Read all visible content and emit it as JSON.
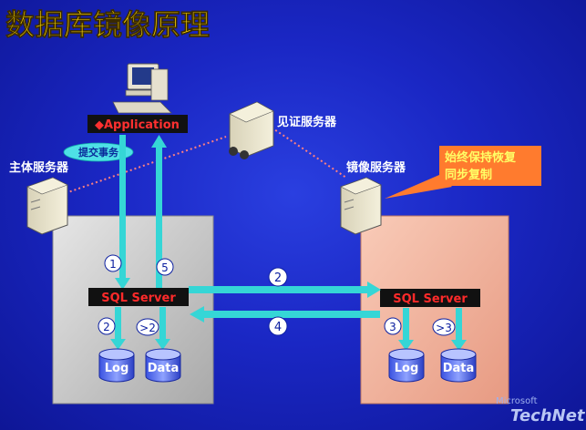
{
  "title": "数据库镜像原理",
  "colors": {
    "title": "#ffd800",
    "arrow": "#35d6d6",
    "callout": "#ff7b2e",
    "callout_text": "#ffff66",
    "sqlbar": "#111111",
    "sqltext": "#ff2a2a",
    "principal_box": "#cfcfcf",
    "mirror_box": "#f4b6a0"
  },
  "labels": {
    "application": "◆Application",
    "commit": "提交事务",
    "witness": "见证服务器",
    "principal": "主体服务器",
    "mirror": "镜像服务器",
    "callout_line1": "始终保持恢复",
    "callout_line2": "同步复制",
    "sql_left": "SQL Server",
    "sql_right": "SQL Server",
    "log_left": "Log",
    "data_left": "Data",
    "log_right": "Log",
    "data_right": "Data",
    "brand_top": "Microsoft",
    "brand_main": "TechNet"
  },
  "steps": {
    "s1": "1",
    "s5": "5",
    "s2_mid": "2",
    "s4_mid": "4",
    "s2_left": "2",
    "gt2": ">2",
    "s3": "3",
    "gt3": ">3"
  },
  "icons": [
    "client-computer-icon",
    "witness-server-icon",
    "principal-server-icon",
    "mirror-server-icon",
    "database-cylinder-icon"
  ]
}
